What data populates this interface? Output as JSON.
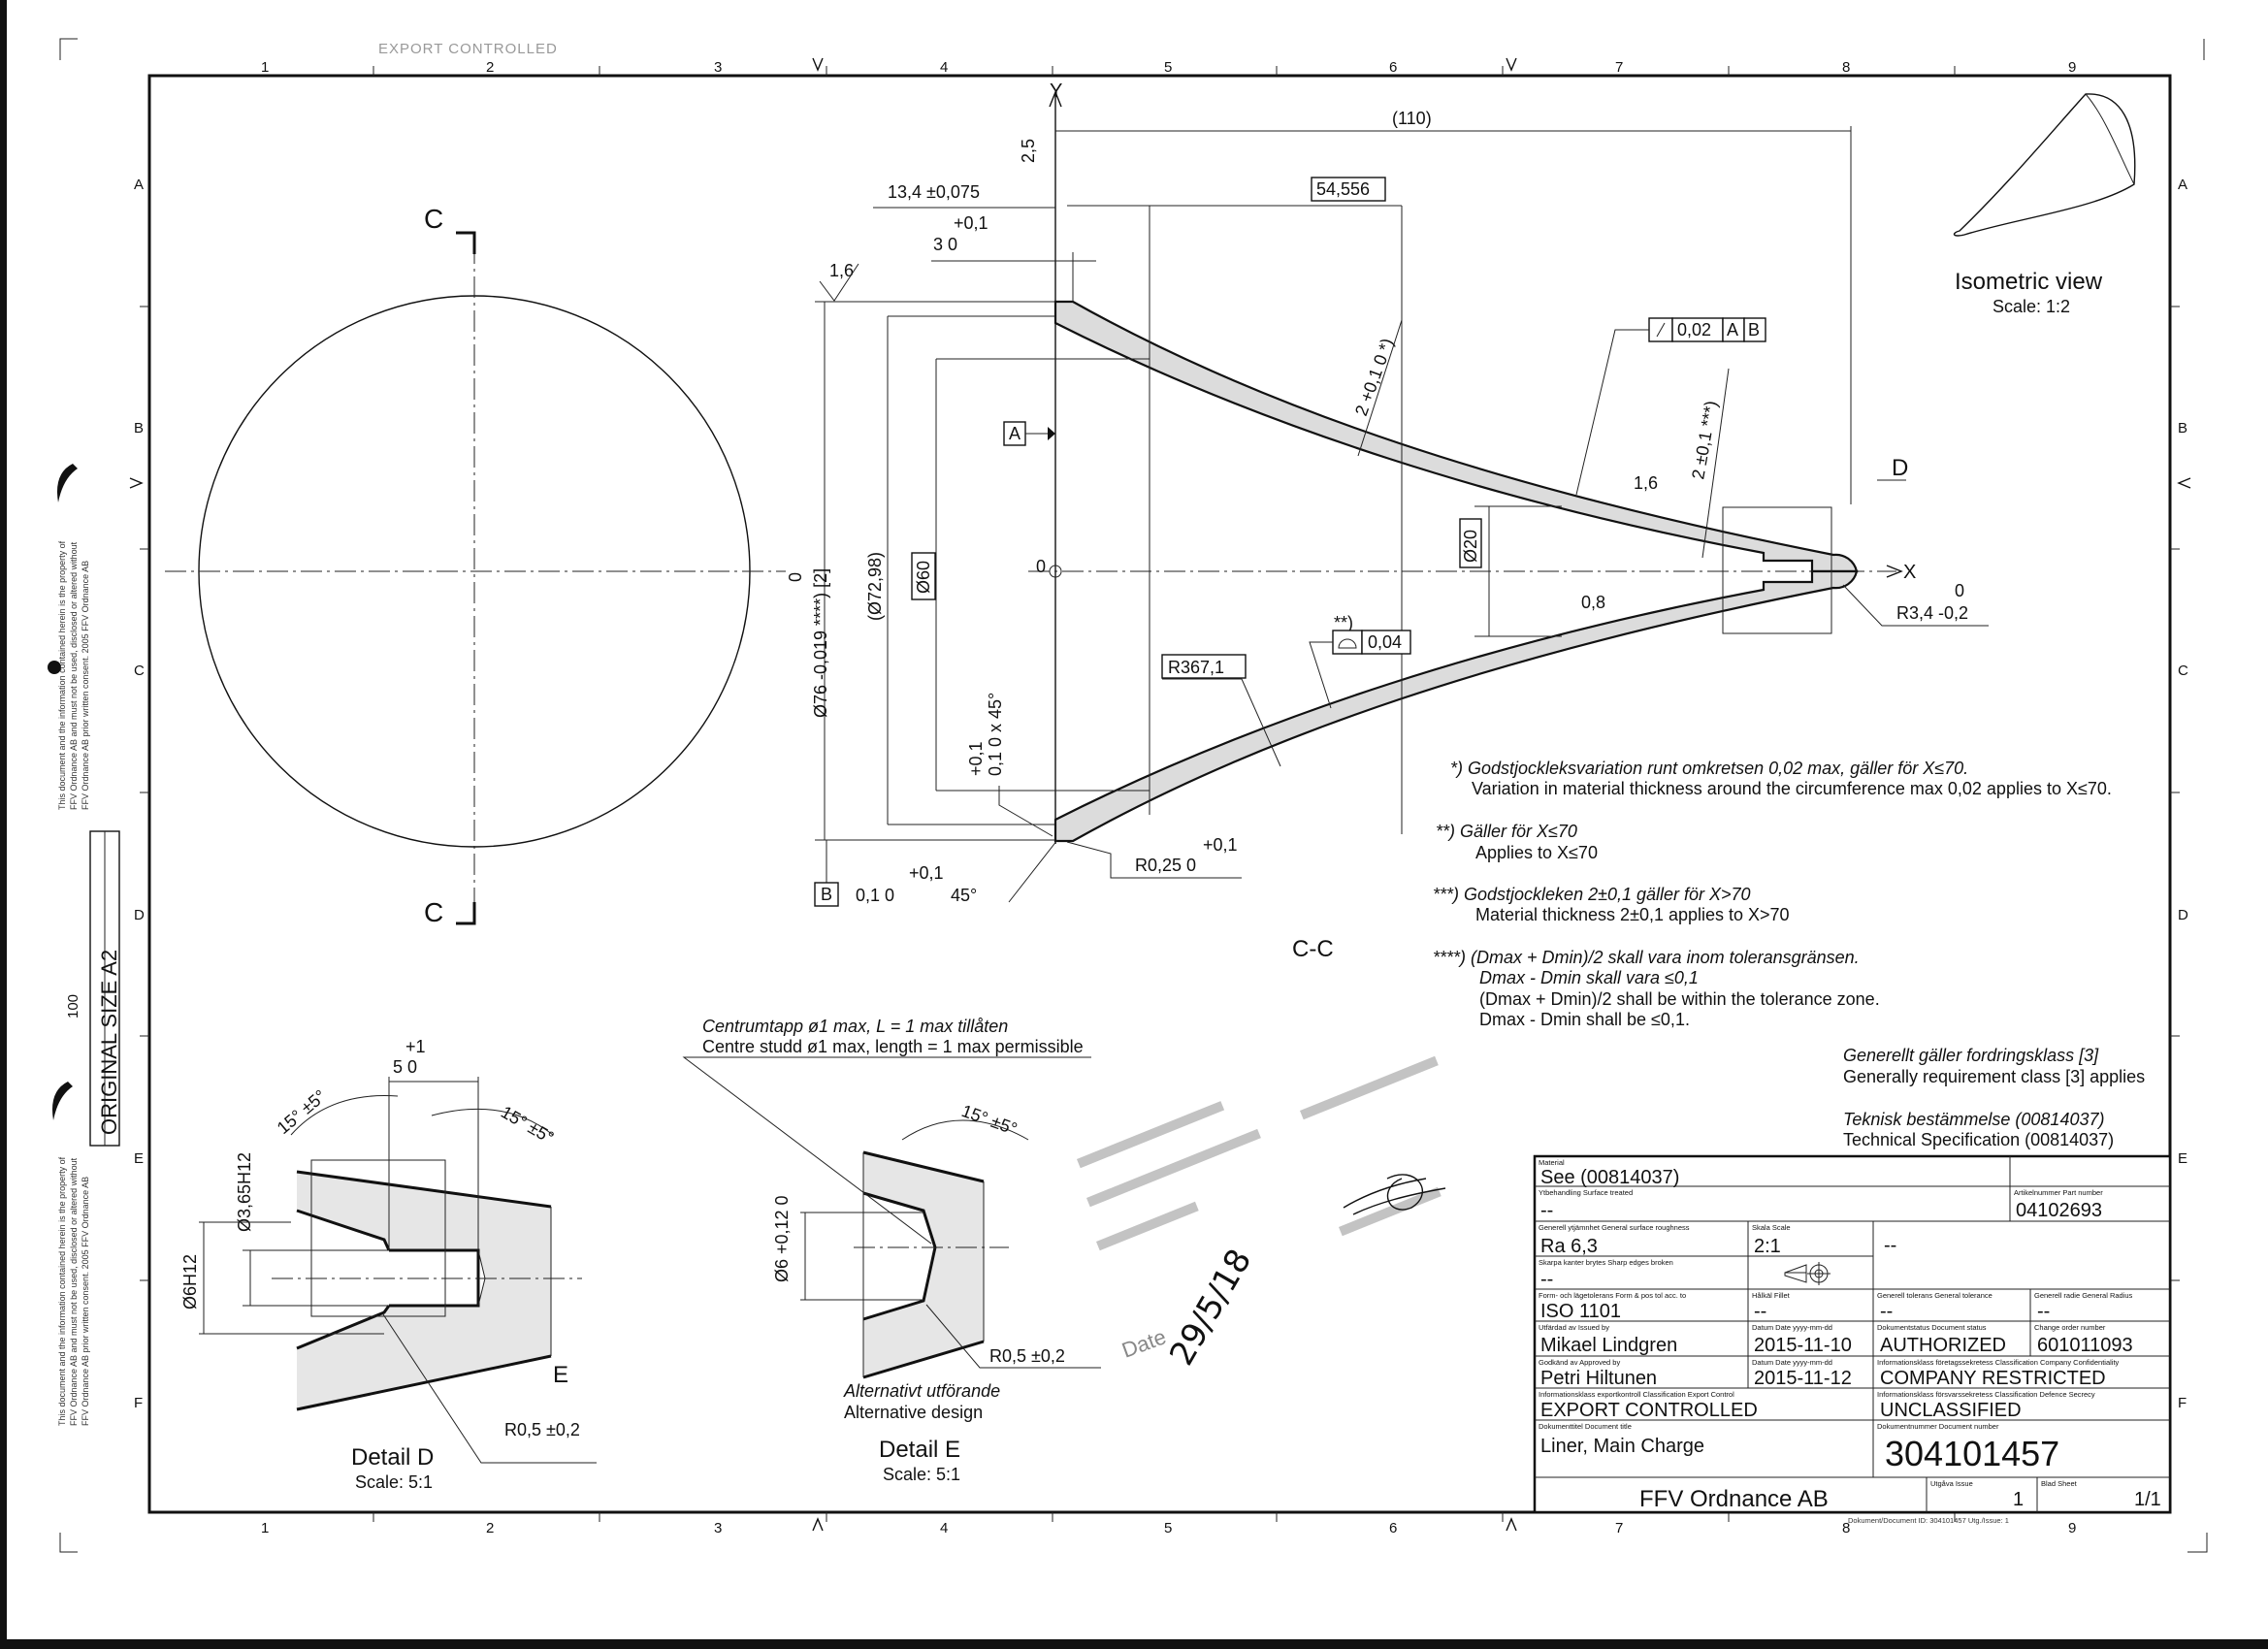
{
  "border": {
    "col_numbers": [
      "1",
      "2",
      "3",
      "4",
      "5",
      "6",
      "7",
      "8",
      "9"
    ],
    "row_letters": [
      "A",
      "B",
      "C",
      "D",
      "E",
      "F"
    ]
  },
  "top_stamp": "EXPORT CONTROLLED",
  "left_margin": {
    "notice": "This document and the information contained herein is the property of FFV Ordnance AB and must not be used, disclosed or altered without FFV Ordnance AB prior written consent. 2005 FFV Ordnance AB",
    "original_size": "ORIGINAL SIZE A2",
    "scale_bar_label": "100"
  },
  "section_view": {
    "cut_label_top": "C",
    "cut_label_bottom": "C",
    "view_label": "C-C",
    "axis_y": "Y",
    "axis_x": "X",
    "origin": "0",
    "datum_a": "A",
    "datum_b": "B",
    "detail_d_marker": "D",
    "dims": {
      "overall_length": "(110)",
      "roughness_2_5": "2,5",
      "pos_13_4": "13,4 ±0,075",
      "basic_54_556": "54,556",
      "len_3_tol": "+0,1",
      "len_3": "3 0",
      "roughness_1_6_left": "1,6",
      "dia_76": "Ø76 -0,019 ****) [2]",
      "dia_76_upper": "0",
      "dia_72_98": "(Ø72,98)",
      "dia_60": "Ø60",
      "chamfer_tol": "+0,1",
      "chamfer": "0,1 0  x 45°",
      "b_chamfer_tol": "+0,1",
      "b_chamfer": "0,1 0",
      "b_angle": "45°",
      "r_0_25": "R0,25 0",
      "r_0_25_tol": "+0,1",
      "r_367_1": "R367,1",
      "profile_note": "**)",
      "profile_tol": "0,04",
      "thickness_upper": "2 +0,1 0 *)",
      "runout_tol": "0,02",
      "runout_ref_a": "A",
      "runout_ref_b": "B",
      "thickness_tip": "2 ±0,1 ***)",
      "roughness_1_6_right": "1,6",
      "dia_20": "Ø20",
      "roughness_0_8": "0,8",
      "r_3_4_upper": "0",
      "r_3_4": "R3,4 -0,2"
    }
  },
  "isometric": {
    "title": "Isometric view",
    "scale": "Scale: 1:2"
  },
  "detail_d": {
    "title": "Detail D",
    "scale": "Scale: 5:1",
    "len_tol": "+1",
    "len": "5 0",
    "dia_3_65": "Ø3,65H12",
    "dia_6": "Ø6H12",
    "angle_left": "15° ±5°",
    "angle_right": "15° ±5°",
    "detail_e_marker": "E",
    "radius": "R0,5 ±0,2"
  },
  "detail_e": {
    "note_sv": "Centrumtapp ø1 max, L = 1 max tillåten",
    "note_en": "Centre studd ø1 max, length = 1 max permissible",
    "dia": "Ø6 +0,12 0",
    "angle": "15° ±5°",
    "radius": "R0,5 ±0,2",
    "alt_sv": "Alternativt utförande",
    "alt_en": "Alternative design",
    "title": "Detail E",
    "scale": "Scale: 5:1"
  },
  "notes": [
    {
      "sv": "*) Godstjockleksvariation runt omkretsen 0,02 max, gäller för X≤70.",
      "en": "Variation in material thickness around the circumference max 0,02 applies to X≤70."
    },
    {
      "sv": "**) Gäller för X≤70",
      "en": "Applies to X≤70"
    },
    {
      "sv": "***) Godstjockleken 2±0,1 gäller för X>70",
      "en": "Material thickness 2±0,1 applies to X>70"
    },
    {
      "sv": "****) (Dmax + Dmin)/2 skall vara inom toleransgränsen.",
      "sv2": "Dmax - Dmin skall vara ≤0,1",
      "en": "(Dmax + Dmin)/2 shall be within the tolerance zone.",
      "en2": "Dmax - Dmin shall be ≤0,1."
    }
  ],
  "general": {
    "req_sv": "Generellt gäller fordringsklass [3]",
    "req_en": "Generally requirement class [3] applies",
    "spec_sv": "Teknisk bestämmelse    (00814037)",
    "spec_en": "Technical Specification (00814037)"
  },
  "stamp": {
    "date_label": "Date",
    "handwritten_date": "29/5/18"
  },
  "title_block": {
    "material": {
      "label": "Material",
      "value": "See (00814037)"
    },
    "surface_treated": {
      "label": "Ytbehandling   Surface treated",
      "value": "--"
    },
    "part_number": {
      "label": "Artikelnummer   Part number",
      "value": "04102693"
    },
    "roughness": {
      "label": "Generell ytjämnhet   General surface roughness",
      "value": "Ra 6,3"
    },
    "scale": {
      "label": "Skala   Scale",
      "value": "2:1"
    },
    "blank_right": "--",
    "sharp_edges": {
      "label": "Skarpa kanter brytes   Sharp edges broken",
      "value": "--"
    },
    "form_pos": {
      "label": "Form- och lägetolerans   Form & pos tol acc. to",
      "value": "ISO 1101"
    },
    "fillet": {
      "label": "Hålkäl   Fillet",
      "value": "--"
    },
    "general_tolerance": {
      "label": "Generell tolerans   General tolerance",
      "value": "--"
    },
    "general_radius": {
      "label": "Generell radie   General Radius",
      "value": "--"
    },
    "issued_by": {
      "label": "Utfärdad av   Issued by",
      "value": "Mikael  Lindgren"
    },
    "issued_date": {
      "label": "Datum   Date yyyy-mm-dd",
      "value": "2015-11-10"
    },
    "doc_status": {
      "label": "Dokumentstatus   Document status",
      "value": "AUTHORIZED"
    },
    "change_order": {
      "label": "Change order number",
      "value": "601011093"
    },
    "approved_by": {
      "label": "Godkänd av   Approved by",
      "value": "Petri Hiltunen"
    },
    "approved_date": {
      "label": "Datum   Date yyyy-mm-dd",
      "value": "2015-11-12"
    },
    "company_class": {
      "label": "Informationsklass företagssekretess   Classification Company Confidentiality",
      "value": "COMPANY RESTRICTED"
    },
    "export_class": {
      "label": "Informationsklass exportkontroll   Classification Export Control",
      "value": "EXPORT CONTROLLED"
    },
    "defence_class": {
      "label": "Informationsklass försvarssekretess   Classification Defence Secrecy",
      "value": "UNCLASSIFIED"
    },
    "doc_title": {
      "label": "Dokumenttitel   Document title",
      "value": "Liner, Main Charge"
    },
    "doc_number": {
      "label": "Dokumentnummer   Document number",
      "value": "304101457"
    },
    "company": "FFV Ordnance AB",
    "issue": {
      "label": "Utgåva   Issue",
      "value": "1"
    },
    "sheet": {
      "label": "Blad   Sheet",
      "value": "1/1"
    },
    "footer": "Dokument/Document ID: 304101457 Utg./Issue: 1"
  }
}
